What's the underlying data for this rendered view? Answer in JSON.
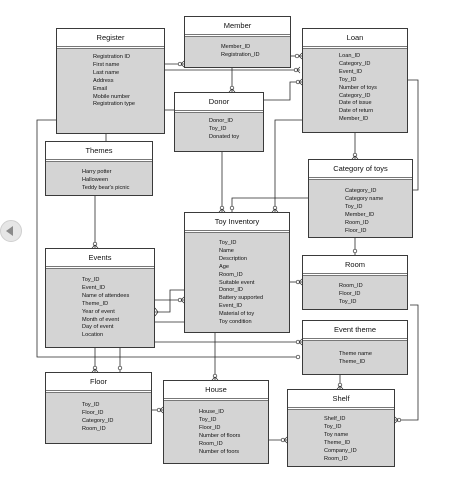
{
  "entities": {
    "register": {
      "title": "Register",
      "attributes": [
        "Registration ID",
        "First name",
        "Last name",
        "Address",
        "Email",
        "Mobile number",
        "Registration type"
      ]
    },
    "member": {
      "title": "Member",
      "attributes": [
        "Member_ID",
        "Registration_ID"
      ]
    },
    "loan": {
      "title": "Loan",
      "attributes": [
        "Loan_ID",
        "Category_ID",
        "Event_ID",
        "Toy_ID",
        "Number of toys",
        "Category_ID",
        "Date of issue",
        "Date of return",
        "Member_ID"
      ]
    },
    "donor": {
      "title": "Donor",
      "attributes": [
        "Donor_ID",
        "Toy_ID",
        "Donated toy"
      ]
    },
    "themes": {
      "title": "Themes",
      "attributes": [
        "Harry potter",
        "Halloween",
        "Teddy bear's picnic"
      ]
    },
    "category": {
      "title": "Category of toys",
      "attributes": [
        "Category_ID",
        "Category name",
        "Toy_ID",
        "Member_ID",
        "Room_ID",
        "Floor_ID"
      ]
    },
    "toy_inventory": {
      "title": "Toy Inventory",
      "attributes": [
        "Toy_ID",
        "Name",
        "Description",
        "Age",
        "Room_ID",
        "Suitable event",
        "Donor_ID",
        "Battery supported",
        "Event_ID",
        "Material of toy",
        "Toy condition"
      ]
    },
    "events": {
      "title": "Events",
      "attributes": [
        "Toy_ID",
        "Event_ID",
        "Name of attendees",
        "Theme_ID",
        "Year of event",
        "Month of event",
        "Day of event",
        "Location"
      ]
    },
    "room": {
      "title": "Room",
      "attributes": [
        "Room_ID",
        "Floor_ID",
        "Toy_ID"
      ]
    },
    "event_theme": {
      "title": "Event theme",
      "attributes": [
        "Theme name",
        "Theme_ID"
      ]
    },
    "floor": {
      "title": "Floor",
      "attributes": [
        "Toy_ID",
        "Floor_ID",
        "Category_ID",
        "Room_ID"
      ]
    },
    "house": {
      "title": "House",
      "attributes": [
        "House_ID",
        "Toy_ID",
        "Floor_ID",
        "Number of floors",
        "Room_ID",
        "Number of foors"
      ]
    },
    "shelf": {
      "title": "Shelf",
      "attributes": [
        "Shelf_ID",
        "Toy_ID",
        "Toy name",
        "Theme_ID",
        "Company_ID",
        "Room_ID"
      ]
    }
  }
}
